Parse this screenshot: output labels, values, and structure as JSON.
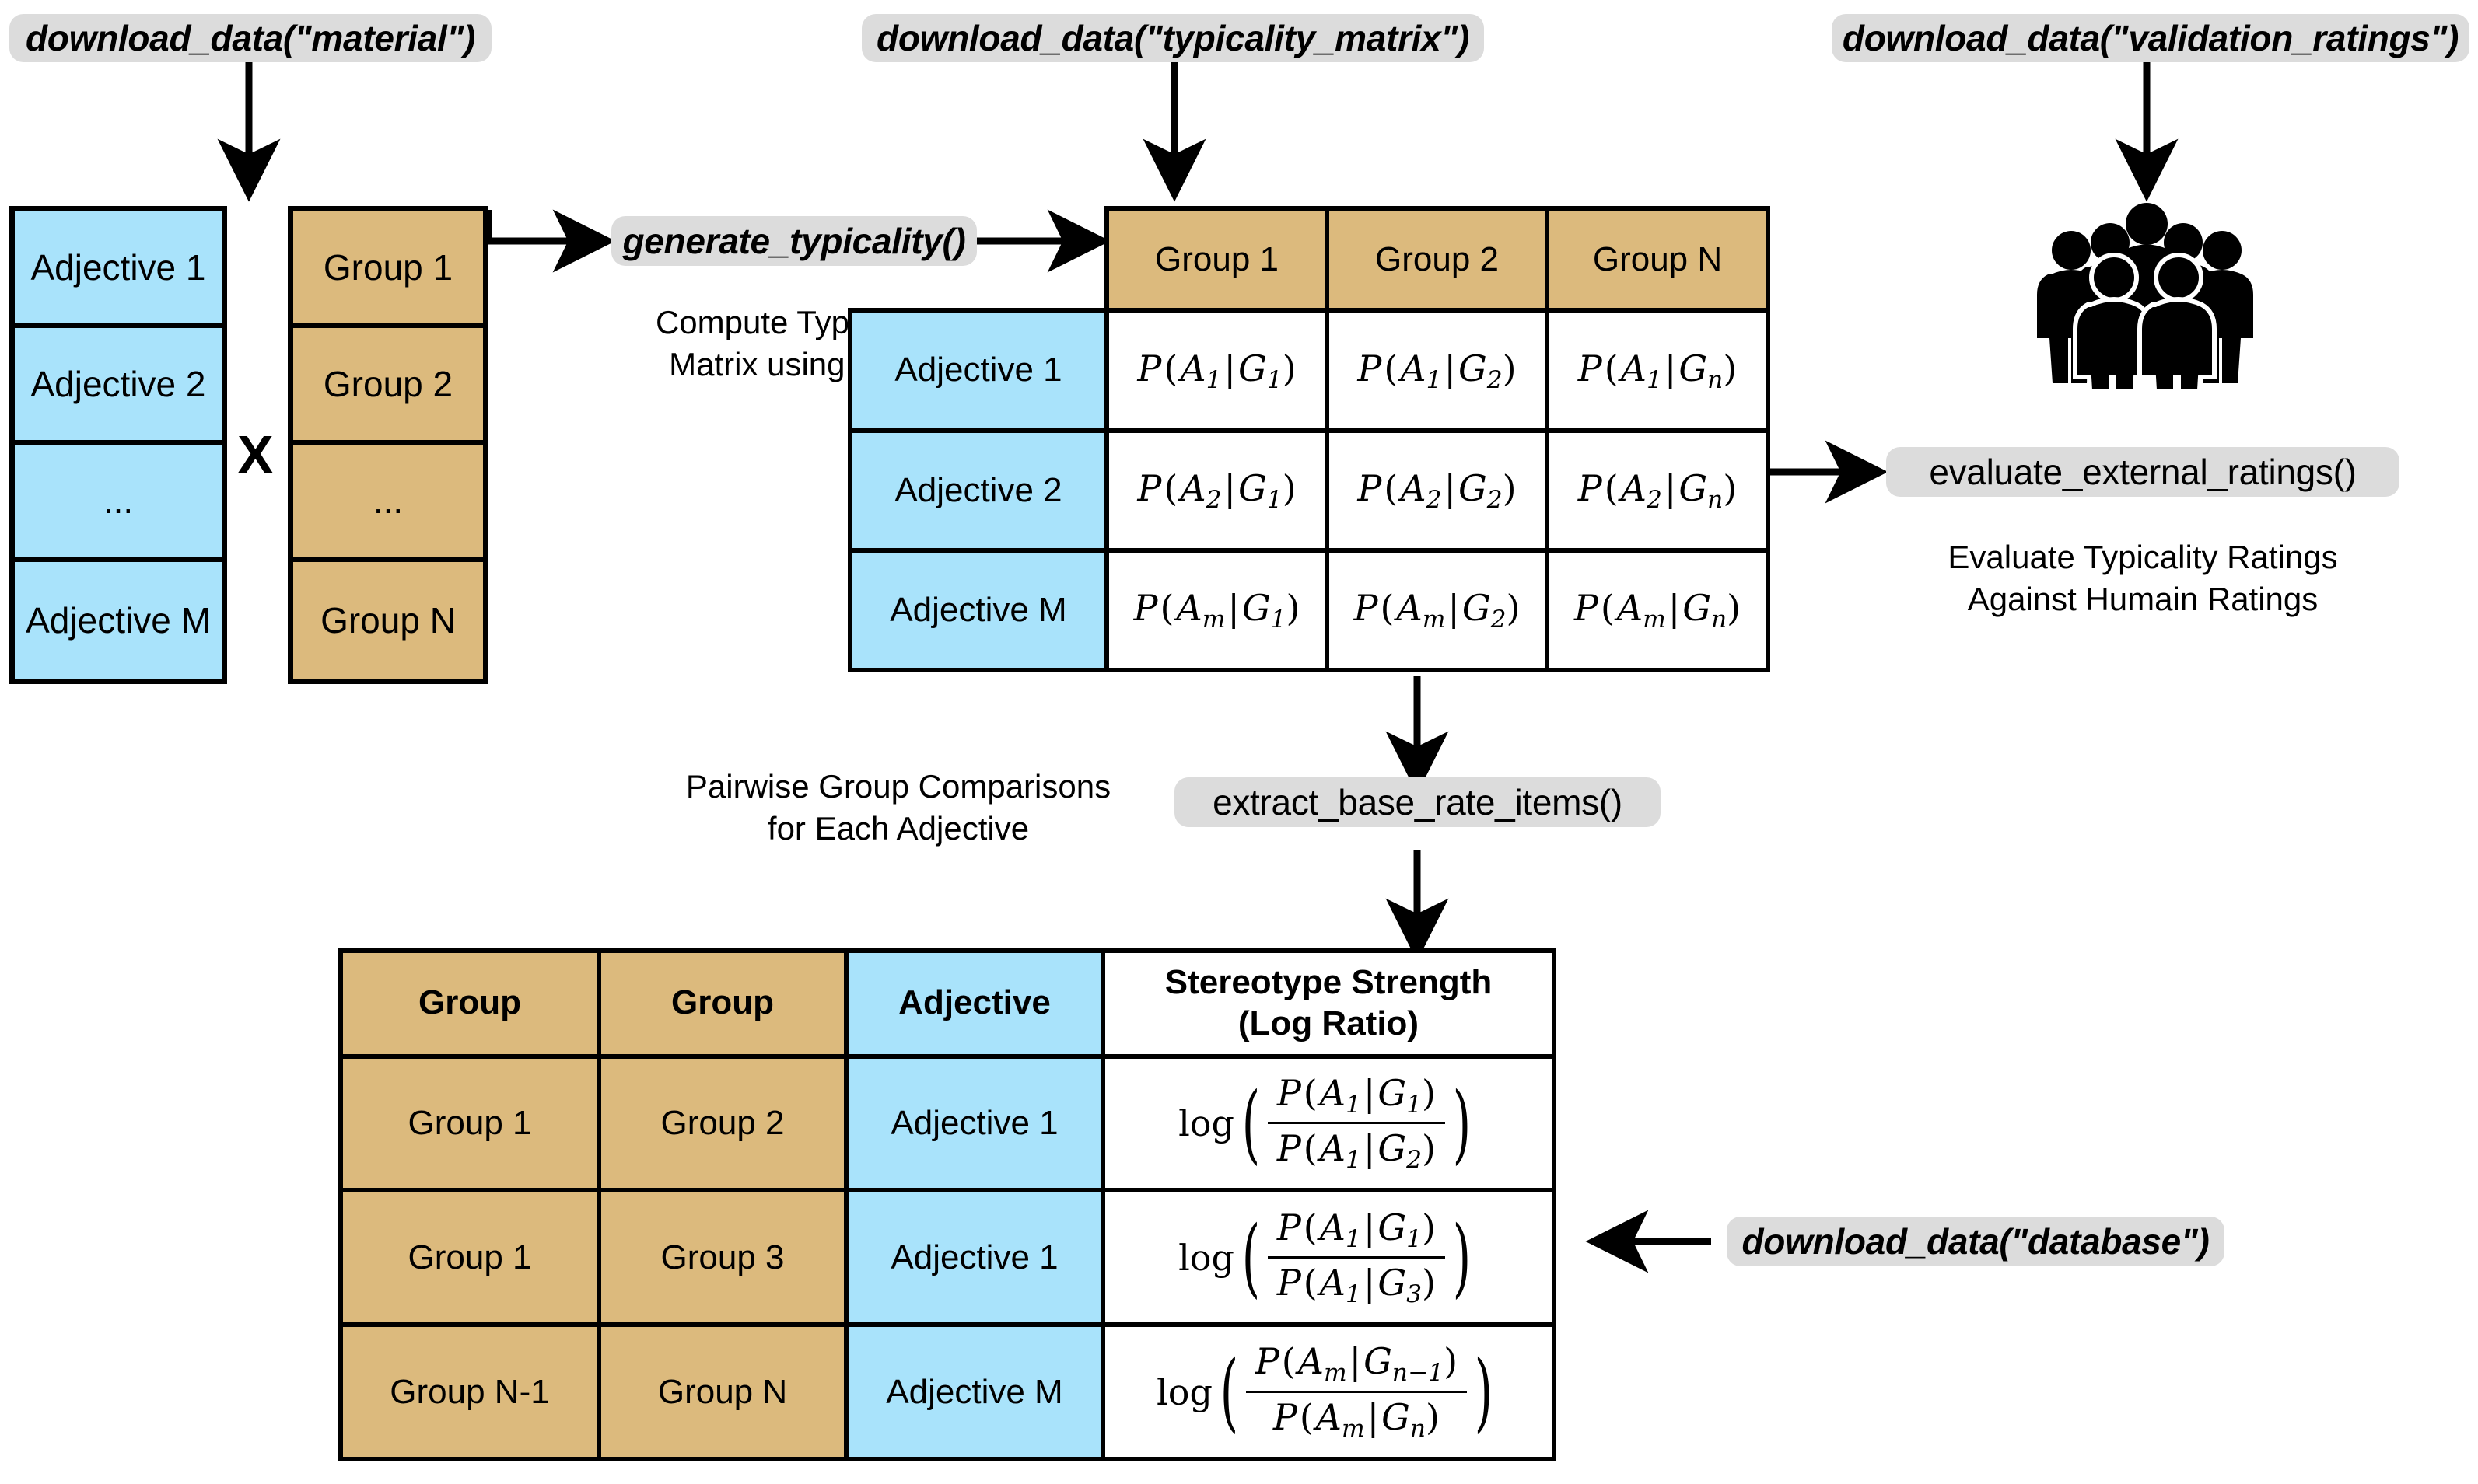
{
  "colors": {
    "adjective_blue": "#a9e3fb",
    "group_tan": "#dcba7d",
    "pill_gray": "#dcdcdc",
    "stroke": "#000000",
    "background": "#ffffff"
  },
  "pills": {
    "download_material": "download_data(\"material\")",
    "download_typicality_matrix": "download_data(\"typicality_matrix\")",
    "download_validation_ratings": "download_data(\"validation_ratings\")",
    "download_database": "download_data(\"database\")",
    "generate_typicality": "generate_typicality()",
    "evaluate_external_ratings": "evaluate_external_ratings()",
    "extract_base_rate_items": "extract_base_rate_items()"
  },
  "captions": {
    "compute_typicality": "Compute Typicality\nMatrix using LLM",
    "evaluate_against_humans": "Evaluate Typicality Ratings\nAgainst Humain Ratings",
    "pairwise_comparisons": "Pairwise Group Comparisons\nfor Each Adjective"
  },
  "adjective_stack": {
    "items": [
      "Adjective 1",
      "Adjective 2",
      "...",
      "Adjective M"
    ]
  },
  "group_stack": {
    "items": [
      "Group 1",
      "Group 2",
      "...",
      "Group N"
    ]
  },
  "cross_symbol": "X",
  "typicality_matrix": {
    "corner": "",
    "column_headers": [
      "Group 1",
      "Group 2",
      "Group N"
    ],
    "row_headers": [
      "Adjective 1",
      "Adjective 2",
      "Adjective M"
    ],
    "cells": [
      [
        {
          "p": "P",
          "a": "A",
          "asub": "1",
          "g": "G",
          "gsub": "1"
        },
        {
          "p": "P",
          "a": "A",
          "asub": "1",
          "g": "G",
          "gsub": "2"
        },
        {
          "p": "P",
          "a": "A",
          "asub": "1",
          "g": "G",
          "gsub": "n"
        }
      ],
      [
        {
          "p": "P",
          "a": "A",
          "asub": "2",
          "g": "G",
          "gsub": "1"
        },
        {
          "p": "P",
          "a": "A",
          "asub": "2",
          "g": "G",
          "gsub": "2"
        },
        {
          "p": "P",
          "a": "A",
          "asub": "2",
          "g": "G",
          "gsub": "n"
        }
      ],
      [
        {
          "p": "P",
          "a": "A",
          "asub": "m",
          "g": "G",
          "gsub": "1"
        },
        {
          "p": "P",
          "a": "A",
          "asub": "m",
          "g": "G",
          "gsub": "2"
        },
        {
          "p": "P",
          "a": "A",
          "asub": "m",
          "g": "G",
          "gsub": "n"
        }
      ]
    ]
  },
  "base_rate_table": {
    "headers": [
      "Group",
      "Group",
      "Adjective",
      "Stereotype Strength\n(Log Ratio)"
    ],
    "rows": [
      {
        "group_a": "Group 1",
        "group_b": "Group 2",
        "adjective": "Adjective 1",
        "log_label": "log",
        "numerator": {
          "a": "A",
          "asub": "1",
          "g": "G",
          "gsub": "1"
        },
        "denominator": {
          "a": "A",
          "asub": "1",
          "g": "G",
          "gsub": "2"
        }
      },
      {
        "group_a": "Group 1",
        "group_b": "Group 3",
        "adjective": "Adjective 1",
        "log_label": "log",
        "numerator": {
          "a": "A",
          "asub": "1",
          "g": "G",
          "gsub": "1"
        },
        "denominator": {
          "a": "A",
          "asub": "1",
          "g": "G",
          "gsub": "3"
        }
      },
      {
        "group_a": "Group N-1",
        "group_b": "Group N",
        "adjective": "Adjective M",
        "log_label": "log",
        "numerator": {
          "a": "A",
          "asub": "m",
          "g": "G",
          "gsub": "n−1"
        },
        "denominator": {
          "a": "A",
          "asub": "m",
          "g": "G",
          "gsub": "n"
        }
      }
    ]
  },
  "icons": {
    "people": "people-group-icon"
  }
}
